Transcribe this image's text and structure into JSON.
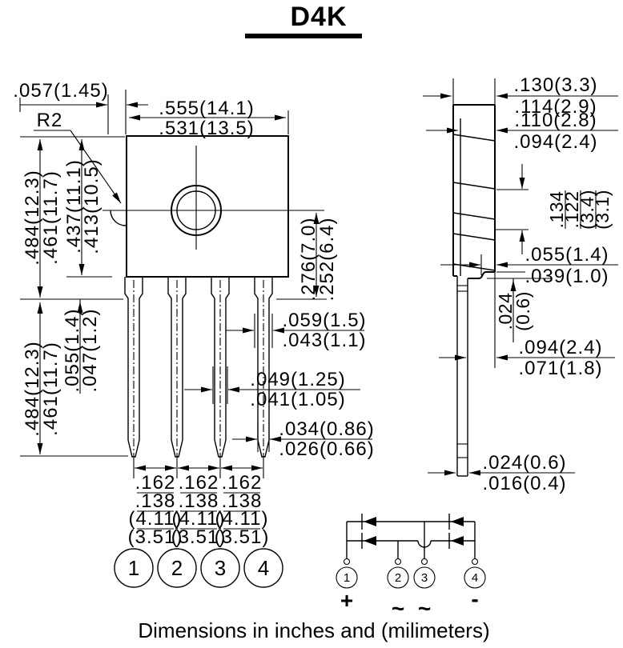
{
  "title": "D4K",
  "caption": "Dimensions in inches and (milimeters)",
  "front": {
    "dim_offset": ".057(1.45)",
    "radius_label": "R2",
    "width_max": ".555(14.1)",
    "width_min": ".531(13.5)",
    "h_outer_max": ".484(12.3)",
    "h_outer_min": ".461(11.7)",
    "h_body_max": ".437(11.1)",
    "h_body_min": ".413(10.5)",
    "hole_pos_max": ".276(7.0)",
    "hole_pos_min": ".252(6.4)",
    "lead_len_max": ".484(12.3)",
    "lead_len_min": ".461(11.7)",
    "shoulder_max": ".055(1.4)",
    "shoulder_min": ".047(1.2)",
    "lead_w1_max": ".059(1.5)",
    "lead_w1_min": ".043(1.1)",
    "lead_w2_max": ".049(1.25)",
    "lead_w2_min": ".041(1.05)",
    "lead_w3_max": ".034(0.86)",
    "lead_w3_min": ".026(0.66)",
    "pitch_in_max": ".162",
    "pitch_in_min": ".138",
    "pitch_mm_max": "(4.11)",
    "pitch_mm_min": "(3.51)",
    "pins": [
      "1",
      "2",
      "3",
      "4"
    ]
  },
  "side": {
    "top_w_max": ".130(3.3)",
    "top_w_min": ".114(2.9)",
    "mid_w_max": ".110(2.8)",
    "mid_w_min": ".094(2.4)",
    "step_in_max": ".134",
    "step_in_min": ".122",
    "step_mm_max": "(3.4)",
    "step_mm_min": "(3.1)",
    "notch_max": ".055(1.4)",
    "notch_min": ".039(1.0)",
    "ledge_in": ".024",
    "ledge_mm": "(0.6)",
    "offset_max": ".094(2.4)",
    "offset_min": ".071(1.8)",
    "thick_max": ".024(0.6)",
    "thick_min": ".016(0.4)"
  },
  "schematic": {
    "pins": [
      "1",
      "2",
      "3",
      "4"
    ],
    "symbols": [
      "+",
      "~",
      "~",
      "-"
    ]
  }
}
